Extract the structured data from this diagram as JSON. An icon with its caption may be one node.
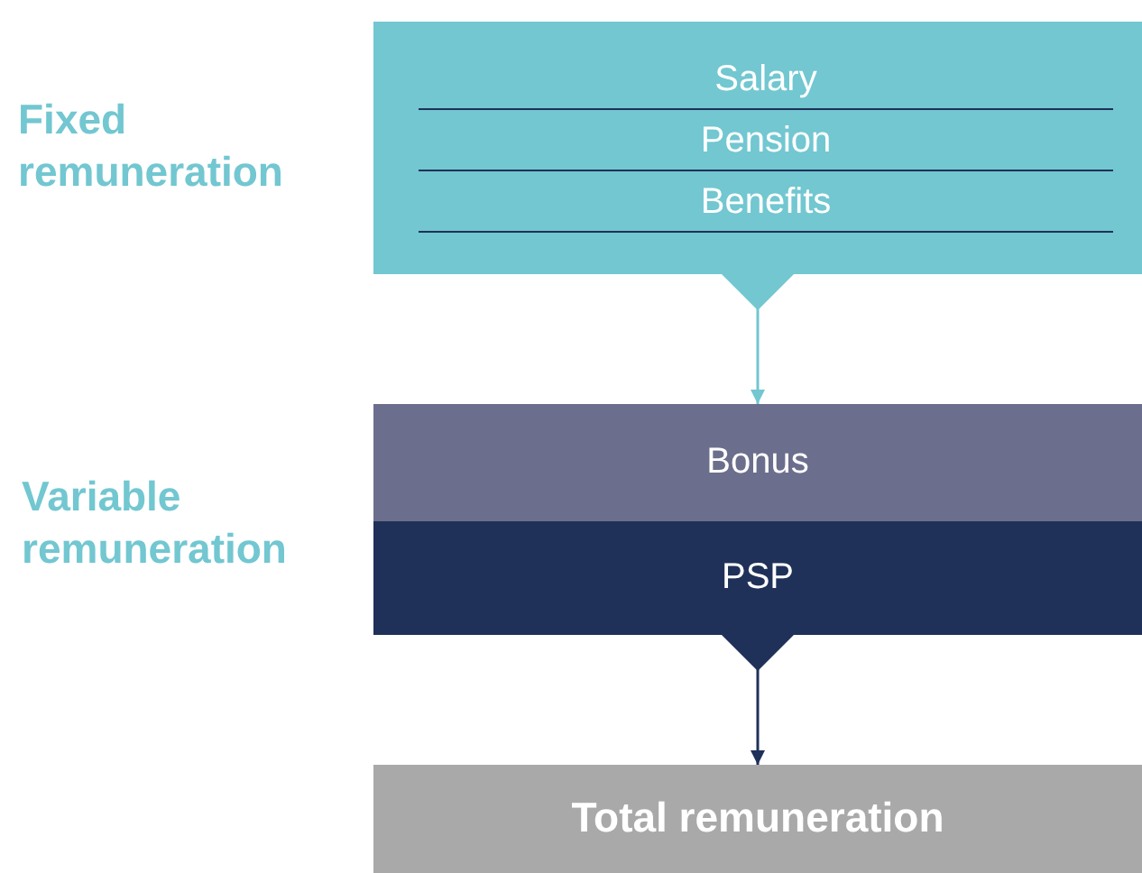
{
  "diagram": {
    "nodes": [
      {
        "text": [
          "Salary",
          "Pension",
          "Benefits"
        ],
        "beside": [
          "Fixed remuneration"
        ]
      },
      {
        "text": [
          "Bonus"
        ]
      },
      {
        "text": [
          "PSP"
        ]
      },
      {
        "text": [
          "Total remuneration"
        ]
      }
    ],
    "edges": [
      {
        "from": 0,
        "to": 1,
        "arrow": "to",
        "color": "#72c7d1"
      },
      {
        "from": 2,
        "to": 3,
        "arrow": "to",
        "color": "#1f3159"
      }
    ],
    "labels": [
      "Variable remuneration"
    ]
  }
}
